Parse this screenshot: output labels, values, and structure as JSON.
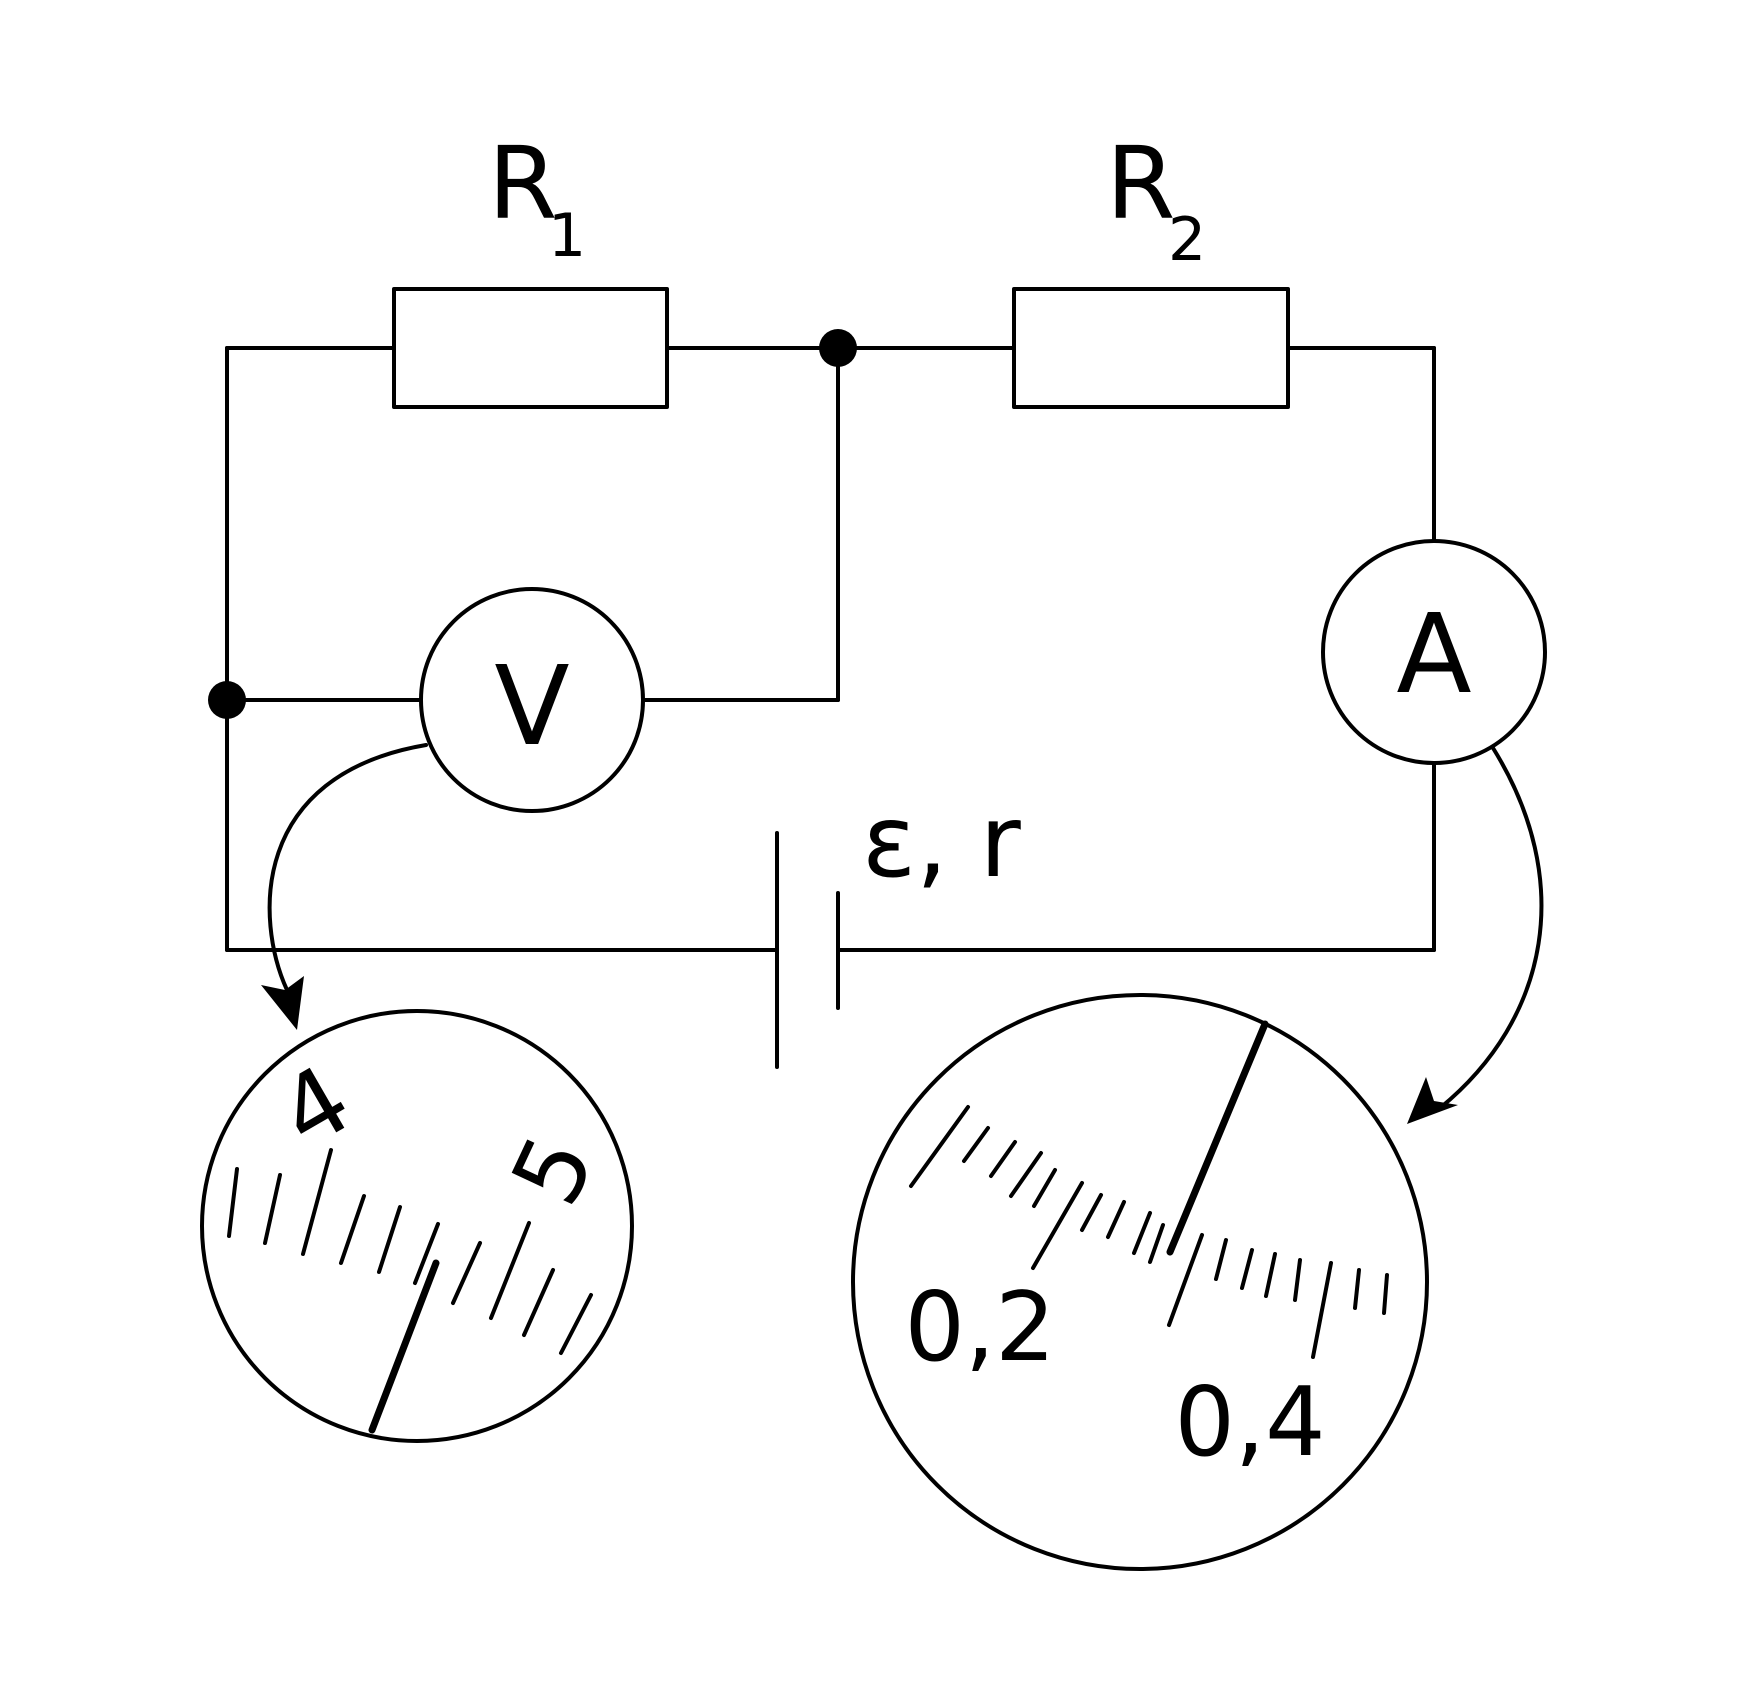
{
  "components": {
    "r1": {
      "label": "R",
      "subscript": "1"
    },
    "r2": {
      "label": "R",
      "subscript": "2"
    },
    "voltmeter": {
      "label": "V"
    },
    "ammeter": {
      "label": "A"
    },
    "source": {
      "label": "ε, r"
    }
  },
  "voltmeter_scale": {
    "label_4": "4",
    "label_5": "5",
    "reading": 4.3
  },
  "ammeter_scale": {
    "label_02": "0,2",
    "label_04": "0,4",
    "reading": 0.28
  }
}
